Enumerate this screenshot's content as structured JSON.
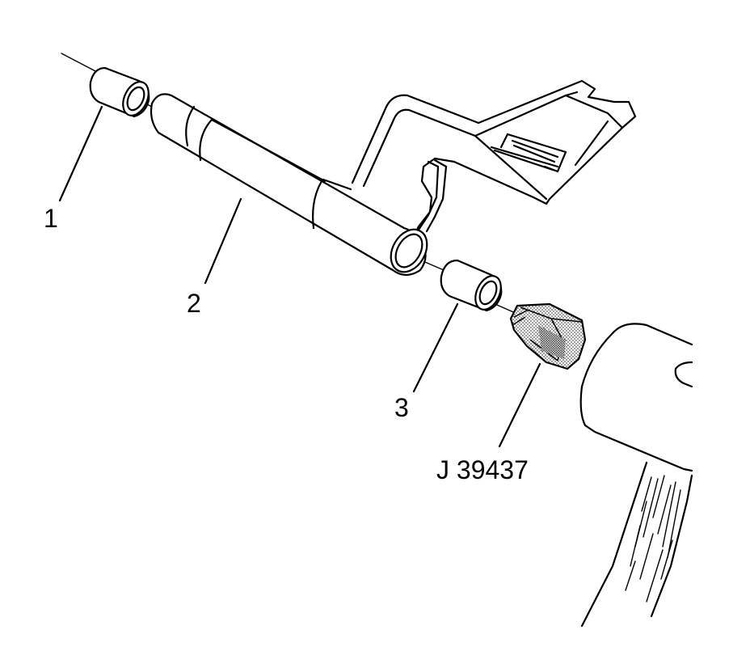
{
  "callouts": {
    "item_1": "1",
    "item_2": "2",
    "item_3": "3",
    "tool": "J 39437"
  },
  "colors": {
    "line": "#000000",
    "background": "#ffffff",
    "tool_stipple": "#7a7a7a"
  }
}
